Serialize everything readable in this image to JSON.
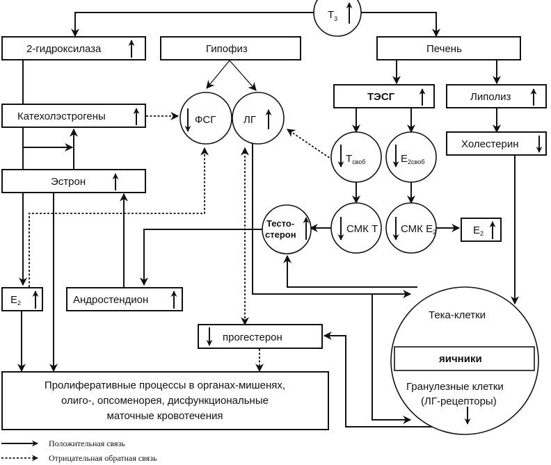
{
  "diagram": {
    "nodes": {
      "t3": {
        "label": "T",
        "sub": "3",
        "trend": "up"
      },
      "hydroxylase": {
        "label": "2-гидроксилаза",
        "trend": "up"
      },
      "pituitary": {
        "label": "Гипофиз"
      },
      "liver": {
        "label": "Печень"
      },
      "catecholestrogens": {
        "label": "Катехолэстрогены",
        "trend": "up"
      },
      "fsh": {
        "label": "ФСГ",
        "trend": "down"
      },
      "lh": {
        "label": "ЛГ",
        "trend": "up"
      },
      "shbg": {
        "label": "ТЭСГ",
        "trend": "up"
      },
      "lipolysis": {
        "label": "Липолиз",
        "trend": "up"
      },
      "cholesterol": {
        "label": "Холестерин",
        "trend": "down"
      },
      "t_free": {
        "label": "T",
        "sub": "своб",
        "trend": "down"
      },
      "e2_free": {
        "label": "E",
        "sub": "2своб",
        "trend": "down"
      },
      "estrone": {
        "label": "Эстрон",
        "trend": "up"
      },
      "testosterone": {
        "line1": "Тесто-",
        "line2": "стерон",
        "trend": "up"
      },
      "mcr_t": {
        "label": "СМК Т",
        "trend": "down"
      },
      "mcr_e2": {
        "label": "СМК E",
        "sub": "2",
        "trend": "down"
      },
      "e2_right": {
        "label": "E",
        "sub": "2",
        "trend": "up"
      },
      "e2_left": {
        "label": "E",
        "sub": "2",
        "trend": "up"
      },
      "androstenedione": {
        "label": "Андростендион",
        "trend": "up"
      },
      "progesterone": {
        "label": "прогестерон",
        "trend": "down"
      },
      "ovaries": {
        "theca": "Тека-клетки",
        "title": "яичники",
        "granulosa_line1": "Гранулезные клетки",
        "granulosa_line2": "(ЛГ-рецепторы)",
        "trend": "down"
      },
      "outcome": {
        "line1": "Пролиферативные процессы в органах-мишенях,",
        "line2": "олиго-, опсоменорея, дисфункциональные",
        "line3": "маточные кровотечения"
      }
    },
    "legend": {
      "positive": "Положительная связь",
      "negative": "Отрицательная обратная связь"
    }
  }
}
